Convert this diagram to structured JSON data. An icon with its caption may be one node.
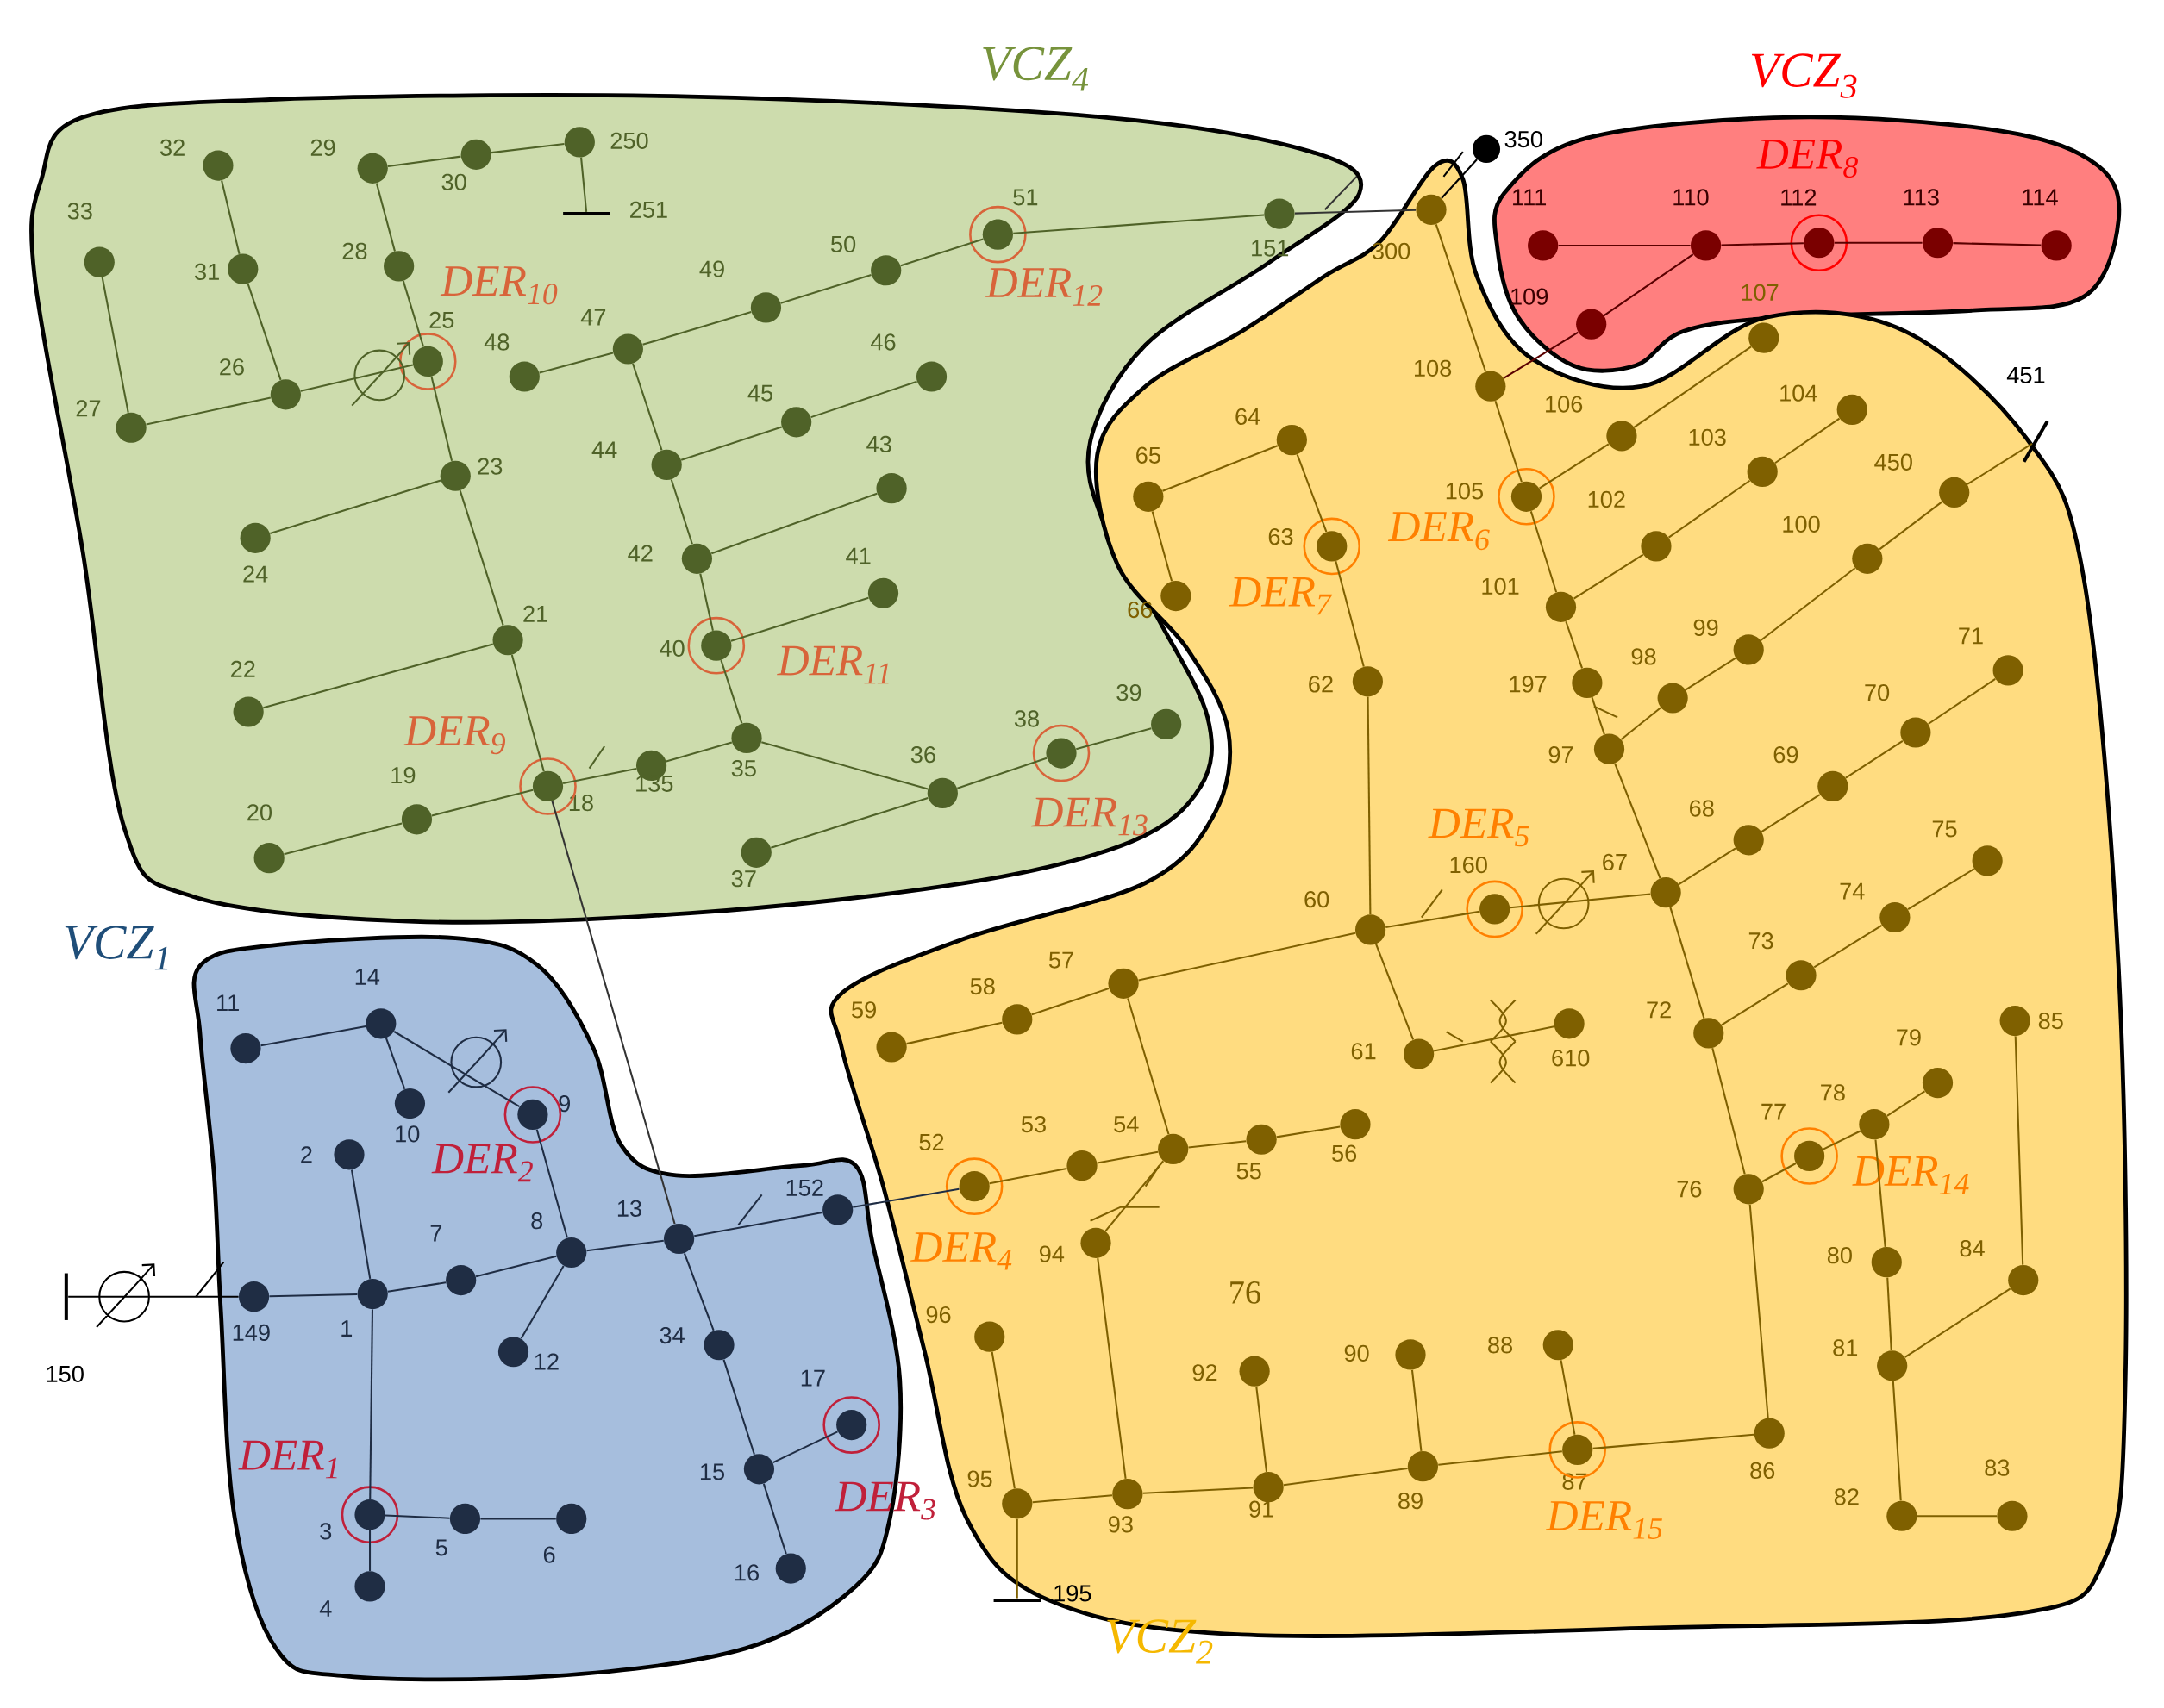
{
  "diagram": {
    "nodes": [
      {
        "text": [
          "VCZ$_{4}$"
        ]
      },
      {
        "text": [],
        "shape": "circle",
        "in": 0,
        "beside": [
          "32"
        ]
      },
      {
        "text": [],
        "shape": "circle",
        "in": 0,
        "beside": [
          "33"
        ]
      },
      {
        "text": [],
        "shape": "circle",
        "in": 0,
        "beside": [
          "29"
        ]
      },
      {
        "text": [],
        "shape": "circle",
        "in": 0,
        "beside": [
          "30"
        ]
      },
      {
        "text": [],
        "shape": "circle",
        "in": 0,
        "beside": [
          "250"
        ]
      },
      {
        "text": [],
        "shape": "bar",
        "in": 0,
        "beside": [
          "251"
        ]
      },
      {
        "text": [],
        "shape": "circle",
        "in": 0,
        "beside": [
          "31"
        ]
      },
      {
        "text": [],
        "shape": "circle",
        "in": 0,
        "beside": [
          "28"
        ]
      },
      {
        "text": [],
        "shape": "circle",
        "in": 0,
        "beside": [
          "51",
          "DER$_{12}$"
        ]
      },
      {
        "text": [],
        "shape": "circle",
        "in": 0,
        "beside": [
          "151"
        ]
      },
      {
        "text": [],
        "shape": "circle",
        "in": 0,
        "beside": [
          "50"
        ]
      },
      {
        "text": [],
        "shape": "circle",
        "in": 0,
        "beside": [
          "49"
        ]
      },
      {
        "text": [],
        "shape": "circle",
        "in": 0,
        "beside": [
          "47"
        ]
      },
      {
        "text": [],
        "shape": "circle",
        "in": 0,
        "beside": [
          "48"
        ]
      },
      {
        "text": [],
        "shape": "circle",
        "in": 0,
        "beside": [
          "25",
          "DER$_{10}$"
        ]
      },
      {
        "text": [],
        "shape": "circle",
        "in": 0,
        "beside": [
          "26"
        ]
      },
      {
        "text": [],
        "shape": "circle",
        "in": 0,
        "beside": [
          "46"
        ]
      },
      {
        "text": [],
        "shape": "circle",
        "in": 0,
        "beside": [
          "27"
        ]
      },
      {
        "text": [],
        "shape": "circle",
        "in": 0,
        "beside": [
          "45"
        ]
      },
      {
        "text": [],
        "shape": "circle",
        "in": 0,
        "beside": [
          "44"
        ]
      },
      {
        "text": [],
        "shape": "circle",
        "in": 0,
        "beside": [
          "23"
        ]
      },
      {
        "text": [],
        "shape": "circle",
        "in": 0,
        "beside": [
          "43"
        ]
      },
      {
        "text": [],
        "shape": "circle",
        "in": 0,
        "beside": [
          "24"
        ]
      },
      {
        "text": [],
        "shape": "circle",
        "in": 0,
        "beside": [
          "42"
        ]
      },
      {
        "text": [],
        "shape": "circle",
        "in": 0,
        "beside": [
          "41"
        ]
      },
      {
        "text": [],
        "shape": "circle",
        "in": 0,
        "beside": [
          "21"
        ]
      },
      {
        "text": [],
        "shape": "circle",
        "in": 0,
        "beside": [
          "40",
          "DER$_{11}$"
        ]
      },
      {
        "text": [],
        "shape": "circle",
        "in": 0,
        "beside": [
          "22"
        ]
      },
      {
        "text": [],
        "shape": "circle",
        "in": 0,
        "beside": [
          "39"
        ]
      },
      {
        "text": [],
        "shape": "circle",
        "in": 0,
        "beside": [
          "35"
        ]
      },
      {
        "text": [],
        "shape": "circle",
        "in": 0,
        "beside": [
          "38",
          "DER$_{13}$"
        ]
      },
      {
        "text": [],
        "shape": "circle",
        "in": 0,
        "beside": [
          "135"
        ]
      },
      {
        "text": [],
        "shape": "circle",
        "in": 0,
        "beside": [
          "18",
          "DER$_{9}$"
        ]
      },
      {
        "text": [],
        "shape": "circle",
        "in": 0,
        "beside": [
          "36"
        ]
      },
      {
        "text": [],
        "shape": "circle",
        "in": 0,
        "beside": [
          "19"
        ]
      },
      {
        "text": [],
        "shape": "circle",
        "in": 0,
        "beside": [
          "37"
        ]
      },
      {
        "text": [],
        "shape": "circle",
        "in": 0,
        "beside": [
          "20"
        ]
      },
      {
        "text": [
          "VCZ$_{3}$"
        ]
      },
      {
        "text": [],
        "shape": "circle",
        "in": 38,
        "beside": [
          "111"
        ]
      },
      {
        "text": [],
        "shape": "circle",
        "in": 38,
        "beside": [
          "110"
        ]
      },
      {
        "text": [],
        "shape": "circle",
        "in": 38,
        "beside": [
          "112",
          "DER$_{8}$"
        ]
      },
      {
        "text": [],
        "shape": "circle",
        "in": 38,
        "beside": [
          "113"
        ]
      },
      {
        "text": [],
        "shape": "circle",
        "in": 38,
        "beside": [
          "114"
        ]
      },
      {
        "text": [],
        "shape": "circle",
        "in": 38,
        "beside": [
          "109"
        ]
      },
      {
        "text": [],
        "shape": "circle",
        "beside": [
          "350"
        ]
      },
      {
        "text": [
          "VCZ$_{1}$"
        ]
      },
      {
        "text": [],
        "shape": "circle",
        "in": 46,
        "beside": [
          "11"
        ]
      },
      {
        "text": [],
        "shape": "circle",
        "in": 46,
        "beside": [
          "14"
        ]
      },
      {
        "text": [],
        "shape": "circle",
        "in": 46,
        "beside": [
          "10"
        ]
      },
      {
        "text": [],
        "shape": "circle",
        "in": 46,
        "beside": [
          "9",
          "DER$_{2}$"
        ]
      },
      {
        "text": [],
        "shape": "circle",
        "in": 46,
        "beside": [
          "2"
        ]
      },
      {
        "text": [],
        "shape": "circle",
        "in": 46,
        "beside": [
          "7"
        ]
      },
      {
        "text": [],
        "shape": "circle",
        "in": 46,
        "beside": [
          "8"
        ]
      },
      {
        "text": [],
        "shape": "circle",
        "in": 46,
        "beside": [
          "13"
        ]
      },
      {
        "text": [],
        "shape": "circle",
        "in": 46,
        "beside": [
          "152"
        ]
      },
      {
        "text": [],
        "shape": "circle",
        "in": 46,
        "beside": [
          "149"
        ]
      },
      {
        "text": [],
        "shape": "circle",
        "in": 46,
        "beside": [
          "1"
        ]
      },
      {
        "text": [],
        "shape": "circle",
        "in": 46,
        "beside": [
          "12"
        ]
      },
      {
        "text": [],
        "shape": "circle",
        "in": 46,
        "beside": [
          "34"
        ]
      },
      {
        "text": [],
        "shape": "circle",
        "in": 46,
        "beside": [
          "17",
          "DER$_{3}$"
        ]
      },
      {
        "text": [],
        "shape": "circle",
        "in": 46,
        "beside": [
          "15"
        ]
      },
      {
        "text": [],
        "shape": "circle",
        "in": 46,
        "beside": [
          "3",
          "DER$_{1}$"
        ]
      },
      {
        "text": [],
        "shape": "circle",
        "in": 46,
        "beside": [
          "5"
        ]
      },
      {
        "text": [],
        "shape": "circle",
        "in": 46,
        "beside": [
          "6"
        ]
      },
      {
        "text": [],
        "shape": "circle",
        "in": 46,
        "beside": [
          "16"
        ]
      },
      {
        "text": [],
        "shape": "circle",
        "in": 46,
        "beside": [
          "4"
        ]
      },
      {
        "text": [],
        "shape": "bar",
        "beside": [
          "150"
        ]
      },
      {
        "text": [
          "VCZ$_{2}$"
        ]
      },
      {
        "text": [],
        "shape": "circle",
        "in": 68,
        "beside": [
          "300"
        ]
      },
      {
        "text": [],
        "shape": "circle",
        "in": 68,
        "beside": [
          "107"
        ]
      },
      {
        "text": [],
        "shape": "circle",
        "in": 68,
        "beside": [
          "108"
        ]
      },
      {
        "text": [],
        "shape": "circle",
        "in": 68,
        "beside": [
          "104"
        ]
      },
      {
        "text": [],
        "shape": "circle",
        "in": 68,
        "beside": [
          "106"
        ]
      },
      {
        "text": [],
        "shape": "circle",
        "in": 68,
        "beside": [
          "64"
        ]
      },
      {
        "text": [],
        "shape": "bar",
        "beside": [
          "451"
        ]
      },
      {
        "text": [],
        "shape": "circle",
        "in": 68,
        "beside": [
          "103"
        ]
      },
      {
        "text": [],
        "shape": "circle",
        "in": 68,
        "beside": [
          "65"
        ]
      },
      {
        "text": [],
        "shape": "circle",
        "in": 68,
        "beside": [
          "450"
        ]
      },
      {
        "text": [],
        "shape": "circle",
        "in": 68,
        "beside": [
          "105",
          "DER$_{6}$"
        ]
      },
      {
        "text": [],
        "shape": "circle",
        "in": 68,
        "beside": [
          "102"
        ]
      },
      {
        "text": [],
        "shape": "circle",
        "in": 68,
        "beside": [
          "63",
          "DER$_{7}$"
        ]
      },
      {
        "text": [],
        "shape": "circle",
        "in": 68,
        "beside": [
          "100"
        ]
      },
      {
        "text": [],
        "shape": "circle",
        "in": 68,
        "beside": [
          "66"
        ]
      },
      {
        "text": [],
        "shape": "circle",
        "in": 68,
        "beside": [
          "101"
        ]
      },
      {
        "text": [],
        "shape": "circle",
        "in": 68,
        "beside": [
          "99"
        ]
      },
      {
        "text": [],
        "shape": "circle",
        "in": 68,
        "beside": [
          "71"
        ]
      },
      {
        "text": [],
        "shape": "circle",
        "in": 68,
        "beside": [
          "197"
        ]
      },
      {
        "text": [],
        "shape": "circle",
        "in": 68,
        "beside": [
          "62"
        ]
      },
      {
        "text": [],
        "shape": "circle",
        "in": 68,
        "beside": [
          "98"
        ]
      },
      {
        "text": [],
        "shape": "circle",
        "in": 68,
        "beside": [
          "70"
        ]
      },
      {
        "text": [],
        "shape": "circle",
        "in": 68,
        "beside": [
          "97"
        ]
      },
      {
        "text": [],
        "shape": "circle",
        "in": 68,
        "beside": [
          "69"
        ]
      },
      {
        "text": [],
        "shape": "circle",
        "in": 68,
        "beside": [
          "68"
        ]
      },
      {
        "text": [],
        "shape": "circle",
        "in": 68,
        "beside": [
          "75"
        ]
      },
      {
        "text": [],
        "shape": "circle",
        "in": 68,
        "beside": [
          "67"
        ]
      },
      {
        "text": [],
        "shape": "circle",
        "in": 68,
        "beside": [
          "60"
        ]
      },
      {
        "text": [],
        "shape": "circle",
        "in": 68,
        "beside": [
          "160",
          "DER$_{5}$"
        ]
      },
      {
        "text": [],
        "shape": "circle",
        "in": 68,
        "beside": [
          "74"
        ]
      },
      {
        "text": [],
        "shape": "circle",
        "in": 68,
        "beside": [
          "73"
        ]
      },
      {
        "text": [],
        "shape": "circle",
        "in": 68,
        "beside": [
          "57"
        ]
      },
      {
        "text": [],
        "shape": "circle",
        "in": 68,
        "beside": [
          "58"
        ]
      },
      {
        "text": [],
        "shape": "circle",
        "in": 68,
        "beside": [
          "85"
        ]
      },
      {
        "text": [],
        "shape": "circle",
        "in": 68,
        "beside": [
          "610"
        ]
      },
      {
        "text": [],
        "shape": "circle",
        "in": 68,
        "beside": [
          "72"
        ]
      },
      {
        "text": [],
        "shape": "circle",
        "in": 68,
        "beside": [
          "59"
        ]
      },
      {
        "text": [],
        "shape": "circle",
        "in": 68,
        "beside": [
          "61"
        ]
      },
      {
        "text": [],
        "shape": "circle",
        "in": 68,
        "beside": [
          "79"
        ]
      },
      {
        "text": [],
        "shape": "circle",
        "in": 68,
        "beside": [
          "56"
        ]
      },
      {
        "text": [],
        "shape": "circle",
        "in": 68,
        "beside": [
          "78"
        ]
      },
      {
        "text": [],
        "shape": "circle",
        "in": 68,
        "beside": [
          "55"
        ]
      },
      {
        "text": [],
        "shape": "circle",
        "in": 68,
        "beside": [
          "54"
        ]
      },
      {
        "text": [],
        "shape": "circle",
        "in": 68,
        "beside": [
          "77",
          "DER$_{14}$"
        ]
      },
      {
        "text": [],
        "shape": "circle",
        "in": 68,
        "beside": [
          "53"
        ]
      },
      {
        "text": [],
        "shape": "circle",
        "in": 68,
        "beside": [
          "52",
          "DER$_{4}$"
        ]
      },
      {
        "text": [],
        "shape": "circle",
        "in": 68,
        "beside": [
          "76"
        ]
      },
      {
        "text": [],
        "shape": "circle",
        "in": 68,
        "beside": [
          "80"
        ]
      },
      {
        "text": [],
        "shape": "circle",
        "in": 68,
        "beside": [
          "94"
        ]
      },
      {
        "text": [],
        "shape": "circle",
        "in": 68,
        "beside": [
          "84"
        ]
      },
      {
        "text": [],
        "shape": "circle",
        "in": 68,
        "beside": [
          "96"
        ]
      },
      {
        "text": [],
        "shape": "circle",
        "in": 68,
        "beside": [
          "90"
        ]
      },
      {
        "text": [],
        "shape": "circle",
        "in": 68,
        "beside": [
          "88"
        ]
      },
      {
        "text": [],
        "shape": "circle",
        "in": 68,
        "beside": [
          "81"
        ]
      },
      {
        "text": [],
        "shape": "circle",
        "in": 68,
        "beside": [
          "92"
        ]
      },
      {
        "text": [],
        "shape": "circle",
        "in": 68,
        "beside": [
          "86"
        ]
      },
      {
        "text": [],
        "shape": "circle",
        "in": 68,
        "beside": [
          "87",
          "DER$_{15}$"
        ]
      },
      {
        "text": [],
        "shape": "circle",
        "in": 68,
        "beside": [
          "89"
        ]
      },
      {
        "text": [],
        "shape": "circle",
        "in": 68,
        "beside": [
          "91"
        ]
      },
      {
        "text": [],
        "shape": "circle",
        "in": 68,
        "beside": [
          "93"
        ]
      },
      {
        "text": [],
        "shape": "circle",
        "in": 68,
        "beside": [
          "95"
        ]
      },
      {
        "text": [],
        "shape": "circle",
        "in": 68,
        "beside": [
          "82"
        ]
      },
      {
        "text": [],
        "shape": "circle",
        "in": 68,
        "beside": [
          "83"
        ]
      },
      {
        "text": [],
        "shape": "bar",
        "beside": [
          "195"
        ]
      }
    ],
    "edges": [
      {
        "from": 2,
        "to": 18,
        "arrow": "none",
        "color": "#4f6228"
      },
      {
        "from": 1,
        "to": 7,
        "arrow": "none",
        "color": "#4f6228"
      },
      {
        "from": 7,
        "to": 16,
        "arrow": "none",
        "color": "#4f6228"
      },
      {
        "from": 18,
        "to": 16,
        "arrow": "none",
        "color": "#4f6228"
      },
      {
        "from": 16,
        "to": 15,
        "arrow": "none",
        "color": "#4f6228"
      },
      {
        "from": 3,
        "to": 4,
        "arrow": "none",
        "color": "#4f6228"
      },
      {
        "from": 4,
        "to": 5,
        "arrow": "none",
        "color": "#4f6228"
      },
      {
        "from": 5,
        "to": 6,
        "arrow": "none",
        "color": "#4f6228"
      },
      {
        "from": 3,
        "to": 8,
        "arrow": "none",
        "color": "#4f6228"
      },
      {
        "from": 8,
        "to": 15,
        "arrow": "none",
        "color": "#4f6228"
      },
      {
        "from": 15,
        "to": 21,
        "arrow": "none",
        "color": "#4f6228"
      },
      {
        "from": 21,
        "to": 23,
        "arrow": "none",
        "color": "#4f6228"
      },
      {
        "from": 21,
        "to": 26,
        "arrow": "none",
        "color": "#4f6228"
      },
      {
        "from": 26,
        "to": 28,
        "arrow": "none",
        "color": "#4f6228"
      },
      {
        "from": 26,
        "to": 33,
        "arrow": "none",
        "color": "#4f6228"
      },
      {
        "from": 37,
        "to": 35,
        "arrow": "none",
        "color": "#4f6228"
      },
      {
        "from": 35,
        "to": 33,
        "arrow": "none",
        "color": "#4f6228"
      },
      {
        "from": 33,
        "to": 32,
        "arrow": "none",
        "color": "#4f6228"
      },
      {
        "from": 32,
        "to": 30,
        "arrow": "none",
        "color": "#4f6228"
      },
      {
        "from": 30,
        "to": 27,
        "arrow": "none",
        "color": "#4f6228"
      },
      {
        "from": 27,
        "to": 24,
        "arrow": "none",
        "color": "#4f6228"
      },
      {
        "from": 24,
        "to": 20,
        "arrow": "none",
        "color": "#4f6228"
      },
      {
        "from": 20,
        "to": 13,
        "arrow": "none",
        "color": "#4f6228"
      },
      {
        "from": 13,
        "to": 14,
        "arrow": "none",
        "color": "#4f6228"
      },
      {
        "from": 13,
        "to": 12,
        "arrow": "none",
        "color": "#4f6228"
      },
      {
        "from": 12,
        "to": 11,
        "arrow": "none",
        "color": "#4f6228"
      },
      {
        "from": 11,
        "to": 9,
        "arrow": "none",
        "color": "#4f6228"
      },
      {
        "from": 9,
        "to": 10,
        "arrow": "none",
        "color": "#4f6228"
      },
      {
        "from": 20,
        "to": 19,
        "arrow": "none",
        "color": "#4f6228"
      },
      {
        "from": 19,
        "to": 17,
        "arrow": "none",
        "color": "#4f6228"
      },
      {
        "from": 24,
        "to": 22,
        "arrow": "none",
        "color": "#4f6228"
      },
      {
        "from": 27,
        "to": 25,
        "arrow": "none",
        "color": "#4f6228"
      },
      {
        "from": 30,
        "to": 34,
        "arrow": "none",
        "color": "#4f6228"
      },
      {
        "from": 34,
        "to": 36,
        "arrow": "none",
        "color": "#4f6228"
      },
      {
        "from": 34,
        "to": 31,
        "arrow": "none",
        "color": "#4f6228"
      },
      {
        "from": 31,
        "to": 29,
        "arrow": "none",
        "color": "#4f6228"
      },
      {
        "from": 33,
        "to": 54,
        "arrow": "none",
        "color": "#333333"
      },
      {
        "from": 10,
        "to": 69,
        "arrow": "none",
        "color": "#333333"
      },
      {
        "from": 39,
        "to": 40,
        "arrow": "none",
        "color": "#5a0000"
      },
      {
        "from": 40,
        "to": 41,
        "arrow": "none",
        "color": "#5a0000"
      },
      {
        "from": 41,
        "to": 42,
        "arrow": "none",
        "color": "#5a0000"
      },
      {
        "from": 42,
        "to": 43,
        "arrow": "none",
        "color": "#5a0000"
      },
      {
        "from": 40,
        "to": 44,
        "arrow": "none",
        "color": "#5a0000"
      },
      {
        "from": 44,
        "to": 71,
        "arrow": "none",
        "color": "#5a0000"
      },
      {
        "from": 45,
        "to": 69,
        "arrow": "none",
        "color": "#000000"
      },
      {
        "from": 47,
        "to": 48,
        "arrow": "none",
        "color": "#1f2d44"
      },
      {
        "from": 48,
        "to": 49,
        "arrow": "none",
        "color": "#1f2d44"
      },
      {
        "from": 48,
        "to": 50,
        "arrow": "none",
        "color": "#1f2d44"
      },
      {
        "from": 50,
        "to": 53,
        "arrow": "none",
        "color": "#1f2d44"
      },
      {
        "from": 51,
        "to": 57,
        "arrow": "none",
        "color": "#1f2d44"
      },
      {
        "from": 56,
        "to": 57,
        "arrow": "none",
        "color": "#1f2d44"
      },
      {
        "from": 57,
        "to": 52,
        "arrow": "none",
        "color": "#1f2d44"
      },
      {
        "from": 52,
        "to": 53,
        "arrow": "none",
        "color": "#1f2d44"
      },
      {
        "from": 53,
        "to": 58,
        "arrow": "none",
        "color": "#1f2d44"
      },
      {
        "from": 53,
        "to": 54,
        "arrow": "none",
        "color": "#1f2d44"
      },
      {
        "from": 54,
        "to": 55,
        "arrow": "none",
        "color": "#1f2d44"
      },
      {
        "from": 54,
        "to": 59,
        "arrow": "none",
        "color": "#1f2d44"
      },
      {
        "from": 59,
        "to": 61,
        "arrow": "none",
        "color": "#1f2d44"
      },
      {
        "from": 61,
        "to": 60,
        "arrow": "none",
        "color": "#1f2d44"
      },
      {
        "from": 61,
        "to": 65,
        "arrow": "none",
        "color": "#1f2d44"
      },
      {
        "from": 57,
        "to": 62,
        "arrow": "none",
        "color": "#1f2d44"
      },
      {
        "from": 62,
        "to": 63,
        "arrow": "none",
        "color": "#1f2d44"
      },
      {
        "from": 63,
        "to": 64,
        "arrow": "none",
        "color": "#1f2d44"
      },
      {
        "from": 62,
        "to": 66,
        "arrow": "none",
        "color": "#1f2d44"
      },
      {
        "from": 67,
        "to": 56,
        "arrow": "none",
        "color": "#000000"
      },
      {
        "from": 55,
        "to": 114,
        "arrow": "none",
        "color": "#1f2d44"
      },
      {
        "from": 69,
        "to": 71,
        "arrow": "none"
      },
      {
        "from": 71,
        "to": 79,
        "arrow": "none"
      },
      {
        "from": 79,
        "to": 84,
        "arrow": "none"
      },
      {
        "from": 79,
        "to": 73,
        "arrow": "none"
      },
      {
        "from": 73,
        "to": 70,
        "arrow": "none"
      },
      {
        "from": 84,
        "to": 80,
        "arrow": "none"
      },
      {
        "from": 80,
        "to": 76,
        "arrow": "none"
      },
      {
        "from": 76,
        "to": 72,
        "arrow": "none"
      },
      {
        "from": 84,
        "to": 87,
        "arrow": "none"
      },
      {
        "from": 87,
        "to": 91,
        "arrow": "none"
      },
      {
        "from": 91,
        "to": 89,
        "arrow": "none"
      },
      {
        "from": 89,
        "to": 85,
        "arrow": "none"
      },
      {
        "from": 85,
        "to": 82,
        "arrow": "none"
      },
      {
        "from": 82,
        "to": 78,
        "arrow": "none"
      },
      {
        "from": 78,
        "to": 75,
        "arrow": "none"
      },
      {
        "from": 91,
        "to": 95,
        "arrow": "none"
      },
      {
        "from": 95,
        "to": 93,
        "arrow": "none"
      },
      {
        "from": 93,
        "to": 92,
        "arrow": "none"
      },
      {
        "from": 92,
        "to": 90,
        "arrow": "none"
      },
      {
        "from": 90,
        "to": 86,
        "arrow": "none"
      },
      {
        "from": 95,
        "to": 97,
        "arrow": "none"
      },
      {
        "from": 97,
        "to": 96,
        "arrow": "none"
      },
      {
        "from": 95,
        "to": 104,
        "arrow": "none"
      },
      {
        "from": 104,
        "to": 99,
        "arrow": "none"
      },
      {
        "from": 99,
        "to": 98,
        "arrow": "none"
      },
      {
        "from": 98,
        "to": 94,
        "arrow": "none"
      },
      {
        "from": 104,
        "to": 115,
        "arrow": "none"
      },
      {
        "from": 115,
        "to": 112,
        "arrow": "none"
      },
      {
        "from": 112,
        "to": 109,
        "arrow": "none"
      },
      {
        "from": 109,
        "to": 107,
        "arrow": "none"
      },
      {
        "from": 109,
        "to": 116,
        "arrow": "none"
      },
      {
        "from": 116,
        "to": 122,
        "arrow": "none"
      },
      {
        "from": 122,
        "to": 118,
        "arrow": "none"
      },
      {
        "from": 118,
        "to": 102,
        "arrow": "none"
      },
      {
        "from": 122,
        "to": 130,
        "arrow": "none"
      },
      {
        "from": 130,
        "to": 131,
        "arrow": "none"
      },
      {
        "from": 115,
        "to": 124,
        "arrow": "none"
      },
      {
        "from": 124,
        "to": 125,
        "arrow": "none"
      },
      {
        "from": 125,
        "to": 121,
        "arrow": "none"
      },
      {
        "from": 125,
        "to": 126,
        "arrow": "none"
      },
      {
        "from": 126,
        "to": 120,
        "arrow": "none"
      },
      {
        "from": 126,
        "to": 127,
        "arrow": "none"
      },
      {
        "from": 127,
        "to": 123,
        "arrow": "none"
      },
      {
        "from": 127,
        "to": 128,
        "arrow": "none"
      },
      {
        "from": 128,
        "to": 117,
        "arrow": "none"
      },
      {
        "from": 117,
        "to": 111,
        "arrow": "none"
      },
      {
        "from": 128,
        "to": 129,
        "arrow": "none"
      },
      {
        "from": 129,
        "to": 119,
        "arrow": "none"
      },
      {
        "from": 129,
        "to": 132,
        "arrow": "none"
      },
      {
        "from": 96,
        "to": 88,
        "arrow": "none"
      },
      {
        "from": 88,
        "to": 81,
        "arrow": "none"
      },
      {
        "from": 81,
        "to": 74,
        "arrow": "none"
      },
      {
        "from": 74,
        "to": 77,
        "arrow": "none"
      },
      {
        "from": 77,
        "to": 83,
        "arrow": "none"
      },
      {
        "from": 96,
        "to": 106,
        "arrow": "none"
      },
      {
        "from": 106,
        "to": 103,
        "arrow": "none"
      },
      {
        "from": 96,
        "to": 100,
        "arrow": "none"
      },
      {
        "from": 100,
        "to": 101,
        "arrow": "none"
      },
      {
        "from": 101,
        "to": 105,
        "arrow": "none"
      },
      {
        "from": 100,
        "to": 111,
        "arrow": "none"
      },
      {
        "from": 111,
        "to": 113,
        "arrow": "none"
      },
      {
        "from": 113,
        "to": 114,
        "arrow": "none"
      },
      {
        "from": 111,
        "to": 110,
        "arrow": "none"
      },
      {
        "from": 110,
        "to": 108,
        "arrow": "none"
      }
    ],
    "labels": [
      "76"
    ]
  }
}
